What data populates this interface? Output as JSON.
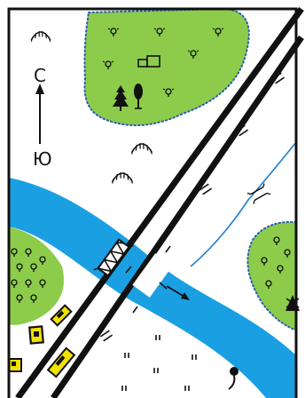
{
  "map": {
    "compass": {
      "north_label": "С",
      "south_label": "Ю"
    },
    "colors": {
      "water": "#1aa0e2",
      "vegetation": "#8ccc4a",
      "boundary_dots": "#2a5fb0",
      "stream": "#1a7fd0",
      "road": "#111111",
      "settlement_fill": "#f2e200",
      "frame": "#111111",
      "background": "#ffffff"
    },
    "legend_symbols": [
      "cliff-symbol",
      "deciduous-tree-symbol",
      "coniferous-tree-symbol",
      "ruin-symbol",
      "orchard-symbol",
      "windmill-symbol",
      "meadow-grass-symbol",
      "well-symbol",
      "bridge-symbol",
      "flow-direction-arrow"
    ]
  }
}
